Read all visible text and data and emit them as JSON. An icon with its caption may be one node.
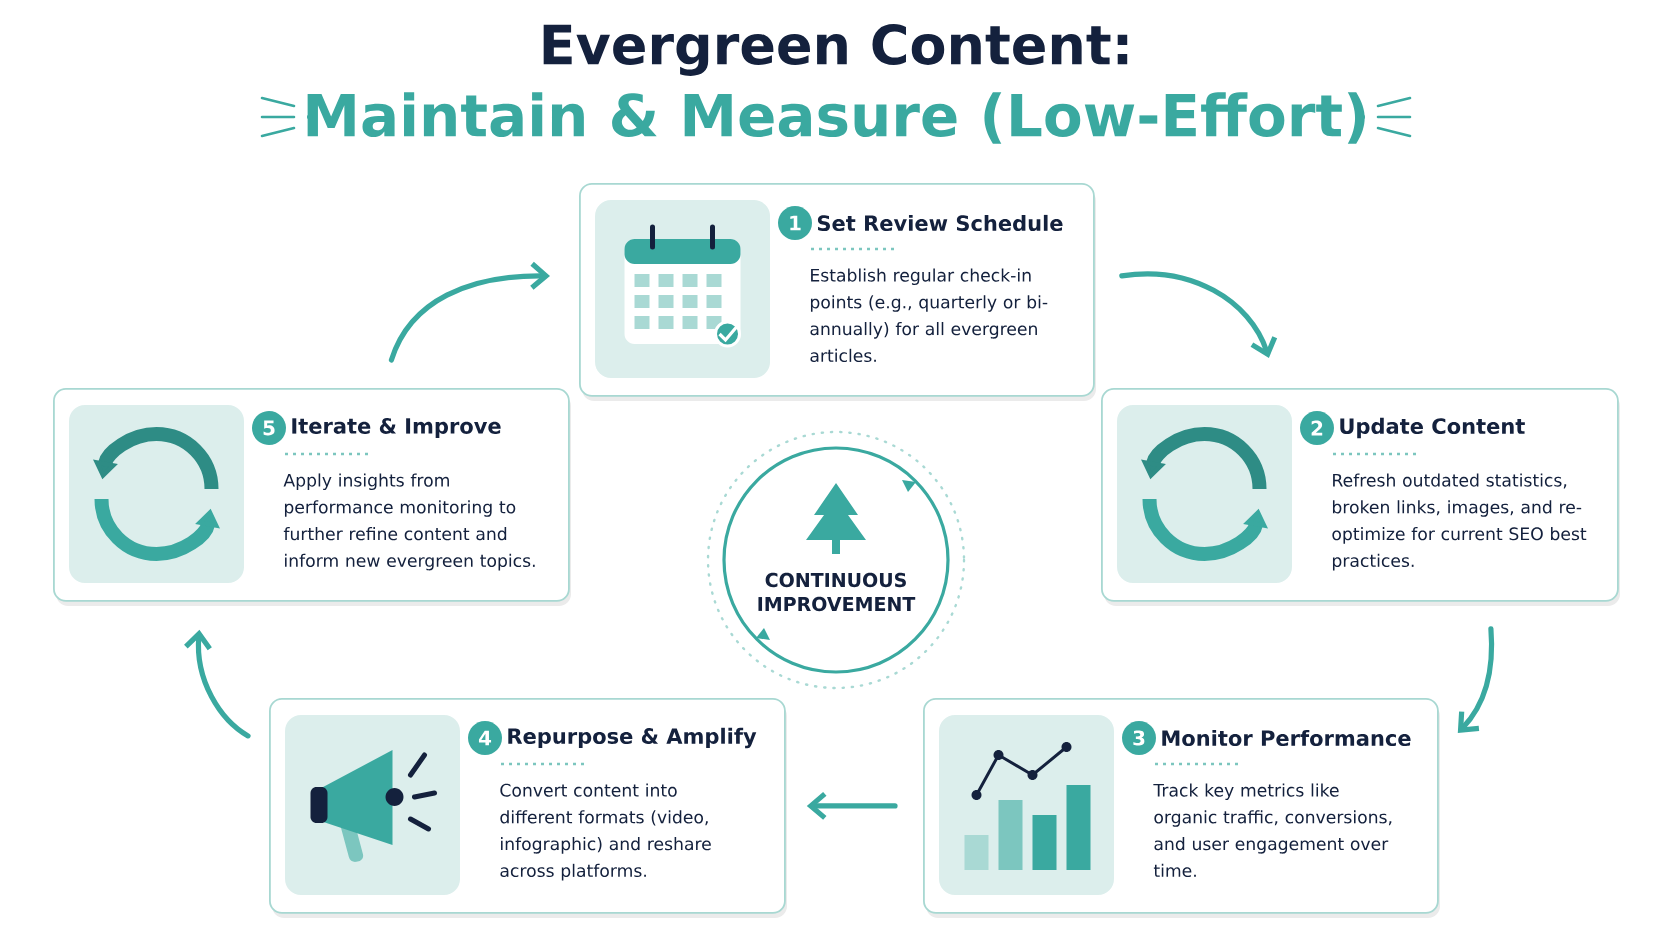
{
  "diagram": {
    "title": "Evergreen Content:",
    "nodes": [
      {
        "text": [
          "1",
          "Set Review Schedule",
          "Establish regular check-in points (e.g., quarterly or bi-annually) for all evergreen articles."
        ]
      },
      {
        "text": [
          "2",
          "Update Content",
          "Refresh outdated statistics, broken links, images, and re-optimize for current SEO best practices."
        ]
      },
      {
        "text": [
          "3",
          "Monitor Performance",
          "Track key metrics like organic traffic, conversions, and user engagement over time."
        ]
      },
      {
        "text": [
          "4",
          "Repurpose & Amplify",
          "Convert content into different formats (video, infographic) and reshare across platforms."
        ]
      },
      {
        "text": [
          "5",
          "Iterate & Improve",
          "Apply insights from performance monitoring to further refine content and inform new evergreen topics."
        ]
      },
      {
        "text": [
          "CONTINUOUS IMPROVEMENT"
        ]
      }
    ],
    "edges": [
      {
        "from": 0,
        "to": 1,
        "arrow": "to"
      },
      {
        "from": 1,
        "to": 2,
        "arrow": "to"
      },
      {
        "from": 2,
        "to": 3,
        "arrow": "to"
      },
      {
        "from": 3,
        "to": 4,
        "arrow": "to"
      },
      {
        "from": 4,
        "to": 0,
        "arrow": "to"
      }
    ],
    "labels": [
      "Maintain & Measure (Low-Effort)"
    ]
  }
}
